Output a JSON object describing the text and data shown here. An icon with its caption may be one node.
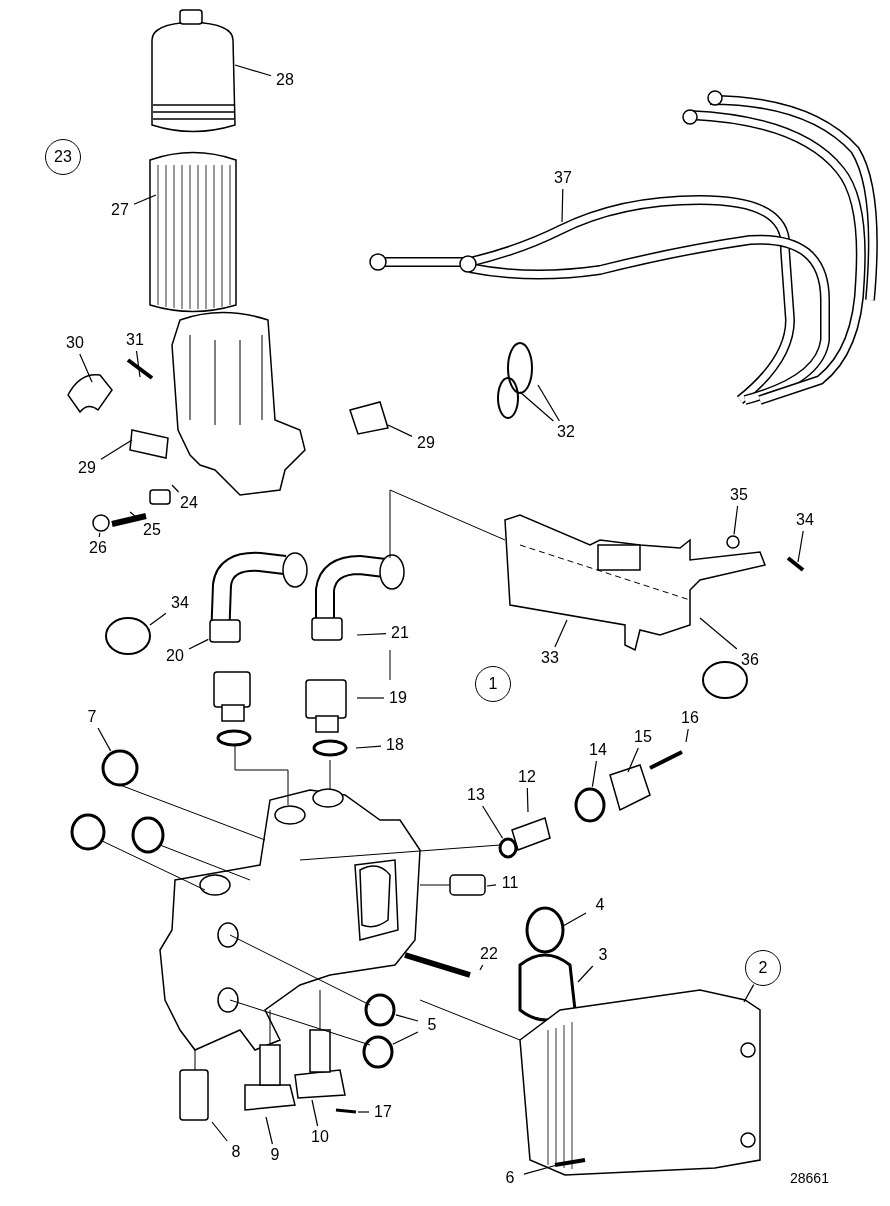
{
  "diagram": {
    "nodes": [
      {
        "text": [
          "28"
        ]
      },
      {
        "text": [
          "23"
        ]
      },
      {
        "text": [
          "37"
        ]
      },
      {
        "text": [
          "27"
        ]
      },
      {
        "text": [
          "30"
        ]
      },
      {
        "text": [
          "31"
        ]
      },
      {
        "text": [
          "32"
        ]
      },
      {
        "text": [
          "29"
        ]
      },
      {
        "text": [
          "29"
        ]
      },
      {
        "text": [
          "35"
        ]
      },
      {
        "text": [
          "24"
        ]
      },
      {
        "text": [
          "34"
        ]
      },
      {
        "text": [
          "25"
        ]
      },
      {
        "text": [
          "26"
        ]
      },
      {
        "text": [
          "34"
        ]
      },
      {
        "text": [
          "21"
        ]
      },
      {
        "text": [
          "20"
        ]
      },
      {
        "text": [
          "33"
        ]
      },
      {
        "text": [
          "36"
        ]
      },
      {
        "text": [
          "1"
        ]
      },
      {
        "text": [
          "19"
        ]
      },
      {
        "text": [
          "7"
        ]
      },
      {
        "text": [
          "16"
        ]
      },
      {
        "text": [
          "15"
        ]
      },
      {
        "text": [
          "18"
        ]
      },
      {
        "text": [
          "14"
        ]
      },
      {
        "text": [
          "12"
        ]
      },
      {
        "text": [
          "13"
        ]
      },
      {
        "text": [
          "11"
        ]
      },
      {
        "text": [
          "4"
        ]
      },
      {
        "text": [
          "3"
        ]
      },
      {
        "text": [
          "22"
        ]
      },
      {
        "text": [
          "2"
        ]
      },
      {
        "text": [
          "5"
        ]
      },
      {
        "text": [
          "17"
        ]
      },
      {
        "text": [
          "10"
        ]
      },
      {
        "text": [
          "8"
        ]
      },
      {
        "text": [
          "9"
        ]
      },
      {
        "text": [
          "6"
        ]
      },
      {
        "text": [],
        "shape": "circle"
      },
      {
        "text": [],
        "shape": "circle"
      },
      {
        "text": [],
        "shape": "box"
      },
      {
        "text": [],
        "shape": "circle"
      },
      {
        "text": [],
        "shape": "circle"
      },
      {
        "text": [],
        "shape": "circle"
      },
      {
        "text": [],
        "shape": "circle"
      },
      {
        "text": [],
        "shape": "circle"
      }
    ],
    "edges": [
      {
        "from": 0,
        "to": null,
        "arrow": "none"
      },
      {
        "from": 2,
        "to": null,
        "arrow": "none"
      },
      {
        "from": 3,
        "to": null,
        "arrow": "none"
      },
      {
        "from": 4,
        "to": null,
        "arrow": "none"
      },
      {
        "from": 5,
        "to": null,
        "arrow": "none"
      },
      {
        "from": 6,
        "to": null,
        "arrow": "none"
      },
      {
        "from": 6,
        "to": null,
        "arrow": "none"
      },
      {
        "from": 7,
        "to": null,
        "arrow": "none"
      },
      {
        "from": 8,
        "to": null,
        "arrow": "none"
      },
      {
        "from": 10,
        "to": null,
        "arrow": "none"
      },
      {
        "from": 11,
        "to": null,
        "arrow": "none"
      },
      {
        "from": 12,
        "to": null,
        "arrow": "none"
      },
      {
        "from": 13,
        "to": 39,
        "arrow": "none"
      },
      {
        "from": 9,
        "to": 40,
        "arrow": "none"
      },
      {
        "from": 14,
        "to": null,
        "arrow": "none"
      },
      {
        "from": 15,
        "to": null,
        "arrow": "none"
      },
      {
        "from": 16,
        "to": 41,
        "arrow": "none"
      },
      {
        "from": 17,
        "to": null,
        "arrow": "none"
      },
      {
        "from": 18,
        "to": null,
        "arrow": "none"
      },
      {
        "from": 20,
        "to": null,
        "arrow": "none"
      },
      {
        "from": 21,
        "to": 42,
        "arrow": "none"
      },
      {
        "from": 22,
        "to": null,
        "arrow": "none"
      },
      {
        "from": 23,
        "to": null,
        "arrow": "none"
      },
      {
        "from": 24,
        "to": null,
        "arrow": "none"
      },
      {
        "from": 25,
        "to": 43,
        "arrow": "none"
      },
      {
        "from": 26,
        "to": null,
        "arrow": "none"
      },
      {
        "from": 27,
        "to": 44,
        "arrow": "none"
      },
      {
        "from": 28,
        "to": null,
        "arrow": "none"
      },
      {
        "from": 29,
        "to": null,
        "arrow": "none"
      },
      {
        "from": 30,
        "to": null,
        "arrow": "none"
      },
      {
        "from": 32,
        "to": null,
        "arrow": "none"
      },
      {
        "from": 31,
        "to": null,
        "arrow": "none"
      },
      {
        "from": 33,
        "to": 45,
        "arrow": "none"
      },
      {
        "from": 33,
        "to": 46,
        "arrow": "none"
      },
      {
        "from": 34,
        "to": null,
        "arrow": "none"
      },
      {
        "from": 35,
        "to": null,
        "arrow": "none"
      },
      {
        "from": 36,
        "to": null,
        "arrow": "none"
      },
      {
        "from": 37,
        "to": null,
        "arrow": "none"
      },
      {
        "from": 38,
        "to": null,
        "arrow": "none"
      }
    ],
    "labels": [
      "28661"
    ]
  }
}
